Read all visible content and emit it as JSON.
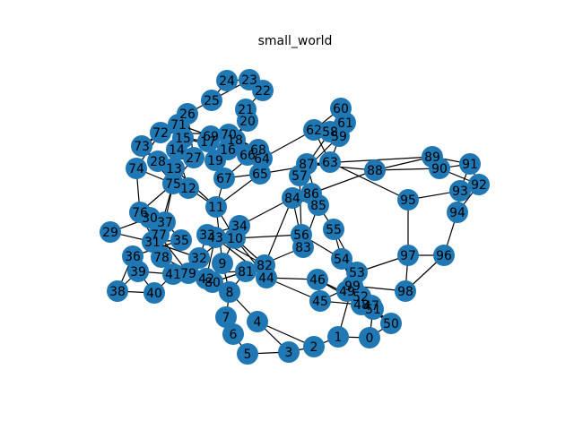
{
  "title": "small_world",
  "colors": {
    "node": "#1f77b4",
    "edge": "#000000",
    "label": "#000000",
    "background": "#ffffff"
  },
  "graph": {
    "nodes": [
      "0",
      "1",
      "2",
      "3",
      "4",
      "5",
      "6",
      "7",
      "8",
      "9",
      "10",
      "11",
      "12",
      "13",
      "14",
      "15",
      "16",
      "17",
      "18",
      "19",
      "20",
      "21",
      "22",
      "23",
      "24",
      "25",
      "26",
      "27",
      "28",
      "29",
      "30",
      "31",
      "32",
      "33",
      "34",
      "35",
      "36",
      "37",
      "38",
      "39",
      "40",
      "41",
      "42",
      "43",
      "44",
      "45",
      "46",
      "47",
      "48",
      "49",
      "50",
      "51",
      "52",
      "53",
      "54",
      "55",
      "56",
      "57",
      "58",
      "59",
      "60",
      "61",
      "62",
      "63",
      "64",
      "65",
      "66",
      "67",
      "68",
      "69",
      "70",
      "71",
      "72",
      "73",
      "74",
      "75",
      "76",
      "77",
      "78",
      "79",
      "80",
      "81",
      "82",
      "83",
      "84",
      "85",
      "86",
      "87",
      "88",
      "89",
      "90",
      "91",
      "92",
      "93",
      "94",
      "95",
      "96",
      "97",
      "98",
      "99"
    ],
    "edges": [
      [
        "0",
        "1"
      ],
      [
        "0",
        "50"
      ],
      [
        "0",
        "51"
      ],
      [
        "1",
        "2"
      ],
      [
        "1",
        "99"
      ],
      [
        "2",
        "3"
      ],
      [
        "2",
        "4"
      ],
      [
        "3",
        "4"
      ],
      [
        "3",
        "5"
      ],
      [
        "4",
        "8"
      ],
      [
        "5",
        "6"
      ],
      [
        "6",
        "7"
      ],
      [
        "7",
        "8"
      ],
      [
        "8",
        "9"
      ],
      [
        "8",
        "81"
      ],
      [
        "8",
        "42"
      ],
      [
        "9",
        "10"
      ],
      [
        "9",
        "11"
      ],
      [
        "10",
        "11"
      ],
      [
        "10",
        "34"
      ],
      [
        "10",
        "44"
      ],
      [
        "10",
        "56"
      ],
      [
        "10",
        "82"
      ],
      [
        "11",
        "12"
      ],
      [
        "11",
        "13"
      ],
      [
        "11",
        "65"
      ],
      [
        "11",
        "67"
      ],
      [
        "12",
        "13"
      ],
      [
        "12",
        "14"
      ],
      [
        "13",
        "14"
      ],
      [
        "13",
        "28"
      ],
      [
        "14",
        "15"
      ],
      [
        "15",
        "16"
      ],
      [
        "15",
        "17"
      ],
      [
        "16",
        "17"
      ],
      [
        "16",
        "18"
      ],
      [
        "17",
        "19"
      ],
      [
        "18",
        "68"
      ],
      [
        "18",
        "20"
      ],
      [
        "19",
        "20"
      ],
      [
        "20",
        "21"
      ],
      [
        "21",
        "22"
      ],
      [
        "22",
        "23"
      ],
      [
        "23",
        "24"
      ],
      [
        "23",
        "25"
      ],
      [
        "24",
        "25"
      ],
      [
        "25",
        "26"
      ],
      [
        "26",
        "27"
      ],
      [
        "26",
        "71"
      ],
      [
        "27",
        "28"
      ],
      [
        "27",
        "75"
      ],
      [
        "28",
        "73"
      ],
      [
        "29",
        "30"
      ],
      [
        "29",
        "31"
      ],
      [
        "30",
        "31"
      ],
      [
        "30",
        "37"
      ],
      [
        "31",
        "32"
      ],
      [
        "31",
        "35"
      ],
      [
        "32",
        "33"
      ],
      [
        "32",
        "34"
      ],
      [
        "33",
        "34"
      ],
      [
        "33",
        "43"
      ],
      [
        "34",
        "84"
      ],
      [
        "35",
        "36"
      ],
      [
        "35",
        "37"
      ],
      [
        "36",
        "38"
      ],
      [
        "36",
        "39"
      ],
      [
        "37",
        "75"
      ],
      [
        "38",
        "39"
      ],
      [
        "38",
        "40"
      ],
      [
        "39",
        "40"
      ],
      [
        "39",
        "41"
      ],
      [
        "40",
        "41"
      ],
      [
        "41",
        "42"
      ],
      [
        "41",
        "79"
      ],
      [
        "42",
        "43"
      ],
      [
        "42",
        "80"
      ],
      [
        "43",
        "44"
      ],
      [
        "43",
        "82"
      ],
      [
        "44",
        "45"
      ],
      [
        "44",
        "46"
      ],
      [
        "45",
        "46"
      ],
      [
        "45",
        "47"
      ],
      [
        "46",
        "47"
      ],
      [
        "46",
        "48"
      ],
      [
        "47",
        "48"
      ],
      [
        "47",
        "49"
      ],
      [
        "48",
        "49"
      ],
      [
        "48",
        "50"
      ],
      [
        "49",
        "50"
      ],
      [
        "49",
        "51"
      ],
      [
        "50",
        "52"
      ],
      [
        "51",
        "52"
      ],
      [
        "51",
        "53"
      ],
      [
        "52",
        "53"
      ],
      [
        "52",
        "54"
      ],
      [
        "53",
        "55"
      ],
      [
        "53",
        "97"
      ],
      [
        "54",
        "55"
      ],
      [
        "54",
        "56"
      ],
      [
        "55",
        "57"
      ],
      [
        "56",
        "57"
      ],
      [
        "56",
        "83"
      ],
      [
        "57",
        "58"
      ],
      [
        "57",
        "59"
      ],
      [
        "58",
        "59"
      ],
      [
        "58",
        "60"
      ],
      [
        "58",
        "62"
      ],
      [
        "59",
        "61"
      ],
      [
        "60",
        "61"
      ],
      [
        "60",
        "62"
      ],
      [
        "61",
        "63"
      ],
      [
        "62",
        "63"
      ],
      [
        "62",
        "64"
      ],
      [
        "63",
        "65"
      ],
      [
        "63",
        "95"
      ],
      [
        "64",
        "65"
      ],
      [
        "64",
        "66"
      ],
      [
        "65",
        "66"
      ],
      [
        "65",
        "67"
      ],
      [
        "66",
        "68"
      ],
      [
        "67",
        "68"
      ],
      [
        "67",
        "69"
      ],
      [
        "68",
        "70"
      ],
      [
        "69",
        "70"
      ],
      [
        "69",
        "71"
      ],
      [
        "70",
        "72"
      ],
      [
        "71",
        "72"
      ],
      [
        "71",
        "73"
      ],
      [
        "72",
        "73"
      ],
      [
        "72",
        "74"
      ],
      [
        "73",
        "75"
      ],
      [
        "74",
        "75"
      ],
      [
        "74",
        "76"
      ],
      [
        "75",
        "76"
      ],
      [
        "75",
        "77"
      ],
      [
        "76",
        "78"
      ],
      [
        "77",
        "78"
      ],
      [
        "77",
        "79"
      ],
      [
        "78",
        "80"
      ],
      [
        "79",
        "80"
      ],
      [
        "79",
        "81"
      ],
      [
        "80",
        "81"
      ],
      [
        "80",
        "82"
      ],
      [
        "81",
        "82"
      ],
      [
        "81",
        "83"
      ],
      [
        "82",
        "84"
      ],
      [
        "83",
        "84"
      ],
      [
        "83",
        "85"
      ],
      [
        "84",
        "85"
      ],
      [
        "84",
        "86"
      ],
      [
        "85",
        "86"
      ],
      [
        "85",
        "87"
      ],
      [
        "86",
        "88"
      ],
      [
        "87",
        "88"
      ],
      [
        "87",
        "89"
      ],
      [
        "88",
        "89"
      ],
      [
        "88",
        "90"
      ],
      [
        "89",
        "90"
      ],
      [
        "89",
        "91"
      ],
      [
        "90",
        "91"
      ],
      [
        "90",
        "92"
      ],
      [
        "91",
        "92"
      ],
      [
        "91",
        "93"
      ],
      [
        "92",
        "93"
      ],
      [
        "92",
        "94"
      ],
      [
        "93",
        "94"
      ],
      [
        "93",
        "95"
      ],
      [
        "94",
        "96"
      ],
      [
        "95",
        "97"
      ],
      [
        "96",
        "97"
      ],
      [
        "96",
        "98"
      ],
      [
        "97",
        "98"
      ],
      [
        "98",
        "99"
      ],
      [
        "99",
        "45"
      ],
      [
        "99",
        "54"
      ]
    ]
  }
}
